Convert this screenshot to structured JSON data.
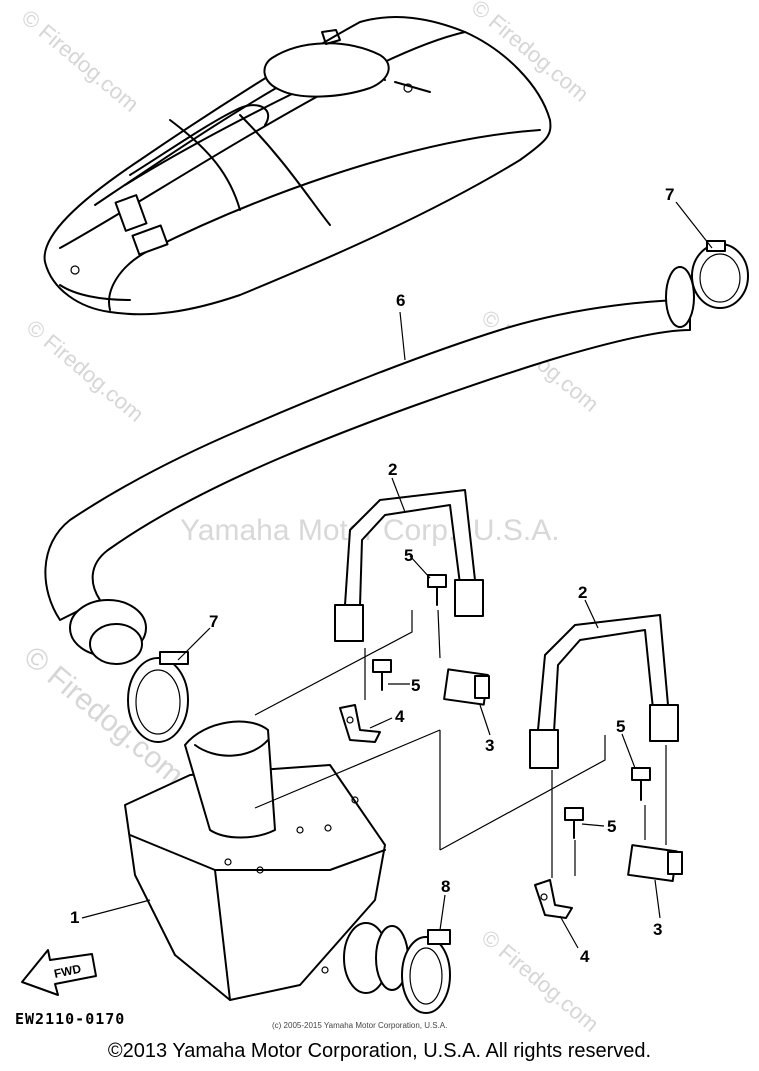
{
  "watermarks": {
    "center": "Yamaha Motor Corp., U.S.A.",
    "side": "© Firedog.com",
    "corner": "© Firedog.com"
  },
  "callouts": {
    "p1": "1",
    "p2a": "2",
    "p2b": "2",
    "p3a": "3",
    "p3b": "3",
    "p4a": "4",
    "p4b": "4",
    "p5a": "5",
    "p5b": "5",
    "p5c": "5",
    "p5d": "5",
    "p6": "6",
    "p7a": "7",
    "p7b": "7",
    "p8": "8"
  },
  "fwd_label": "FWD",
  "diagram_code": "EW2110-0170",
  "small_notice": "(c) 2005-2015 Yamaha Motor Corporation, U.S.A.",
  "copyright": "©2013 Yamaha Motor Corporation, U.S.A. All rights reserved."
}
